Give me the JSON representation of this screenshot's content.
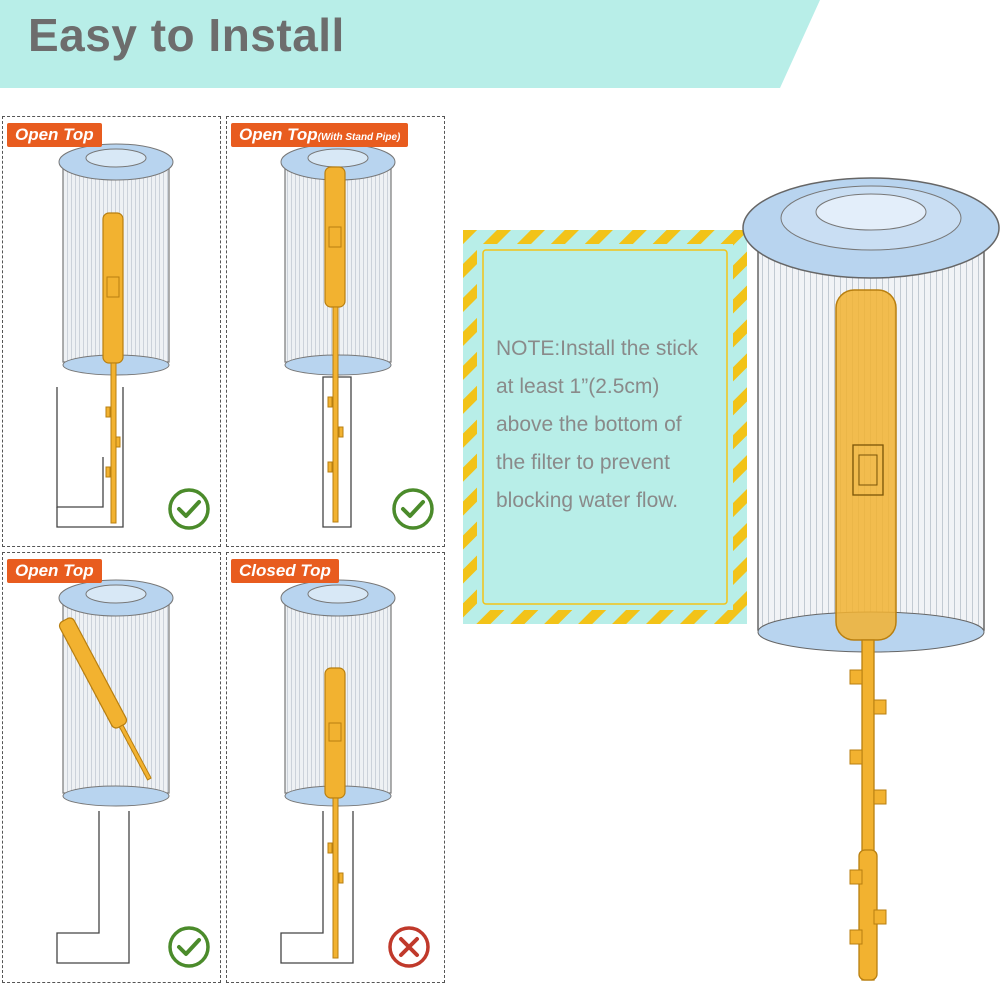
{
  "banner": {
    "title": "Easy to Install",
    "color": "#b8eee8"
  },
  "panels": [
    {
      "label": "Open Top",
      "sublabel": "",
      "status": "check",
      "status_icon": "check-circle-icon"
    },
    {
      "label": "Open Top",
      "sublabel": "(With Stand Pipe)",
      "status": "check",
      "status_icon": "check-circle-icon"
    },
    {
      "label": "Open Top",
      "sublabel": "",
      "status": "check",
      "status_icon": "check-circle-icon"
    },
    {
      "label": "Closed Top",
      "sublabel": "",
      "status": "cross",
      "status_icon": "cross-circle-icon"
    }
  ],
  "note": {
    "lines": [
      "NOTE:Install the stick",
      "at least 1”(2.5cm)",
      "above the bottom of",
      "the filter to prevent",
      "blocking water flow."
    ]
  },
  "colors": {
    "tag": "#e85c1f",
    "stick": "#f2b230",
    "stick_outline": "#b87f10",
    "filter_cap": "#b8d4ef",
    "check": "#4b8b2b",
    "cross": "#c0392b",
    "note_bg": "#b8eee8",
    "note_stripe": "#f2c318"
  }
}
